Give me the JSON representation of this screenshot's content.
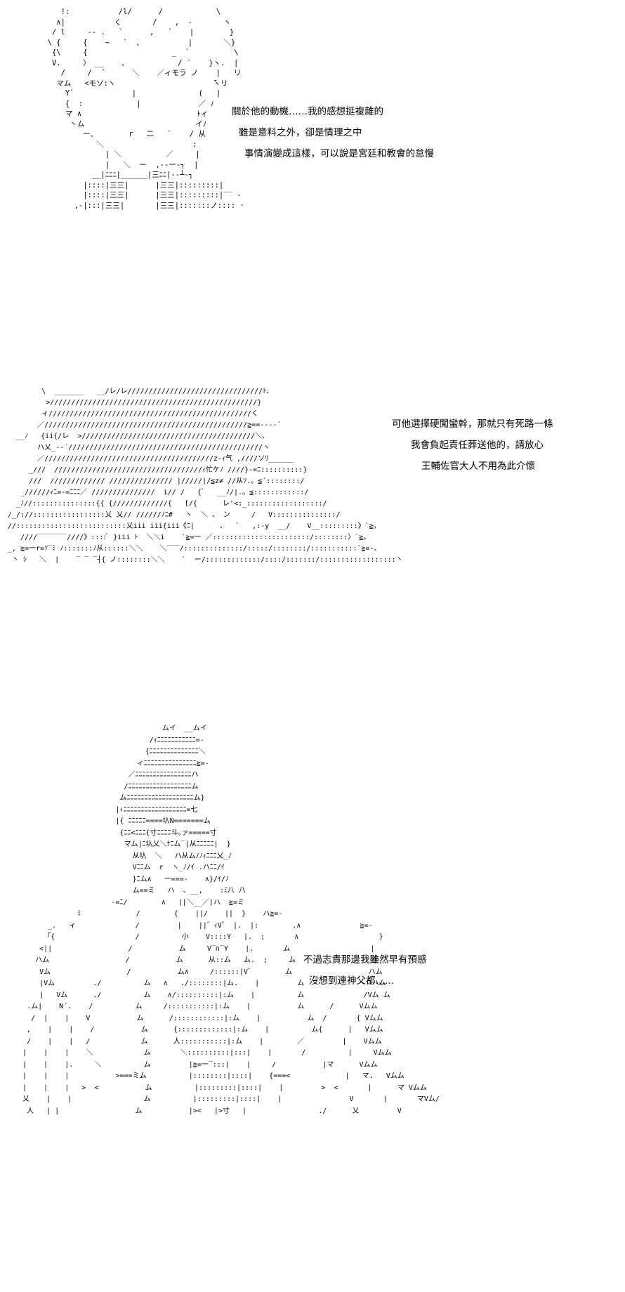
{
  "panels": [
    {
      "lines": [
        "關於他的動機……我的感想挺複雜的",
        "雖是意料之外，卻是情理之中",
        "事情演變成這樣，可以說是宮廷和教會的怠慢"
      ]
    },
    {
      "lines": [
        "可他選擇硬闖蠻幹，那就只有死路一條",
        "我會負起責任葬送他的，請放心",
        "王輔佐官大人不用為此介懷"
      ]
    },
    {
      "lines": [
        "不過志貴那邊我雖然早有預感",
        "沒想到連神父都……"
      ]
    }
  ]
}
